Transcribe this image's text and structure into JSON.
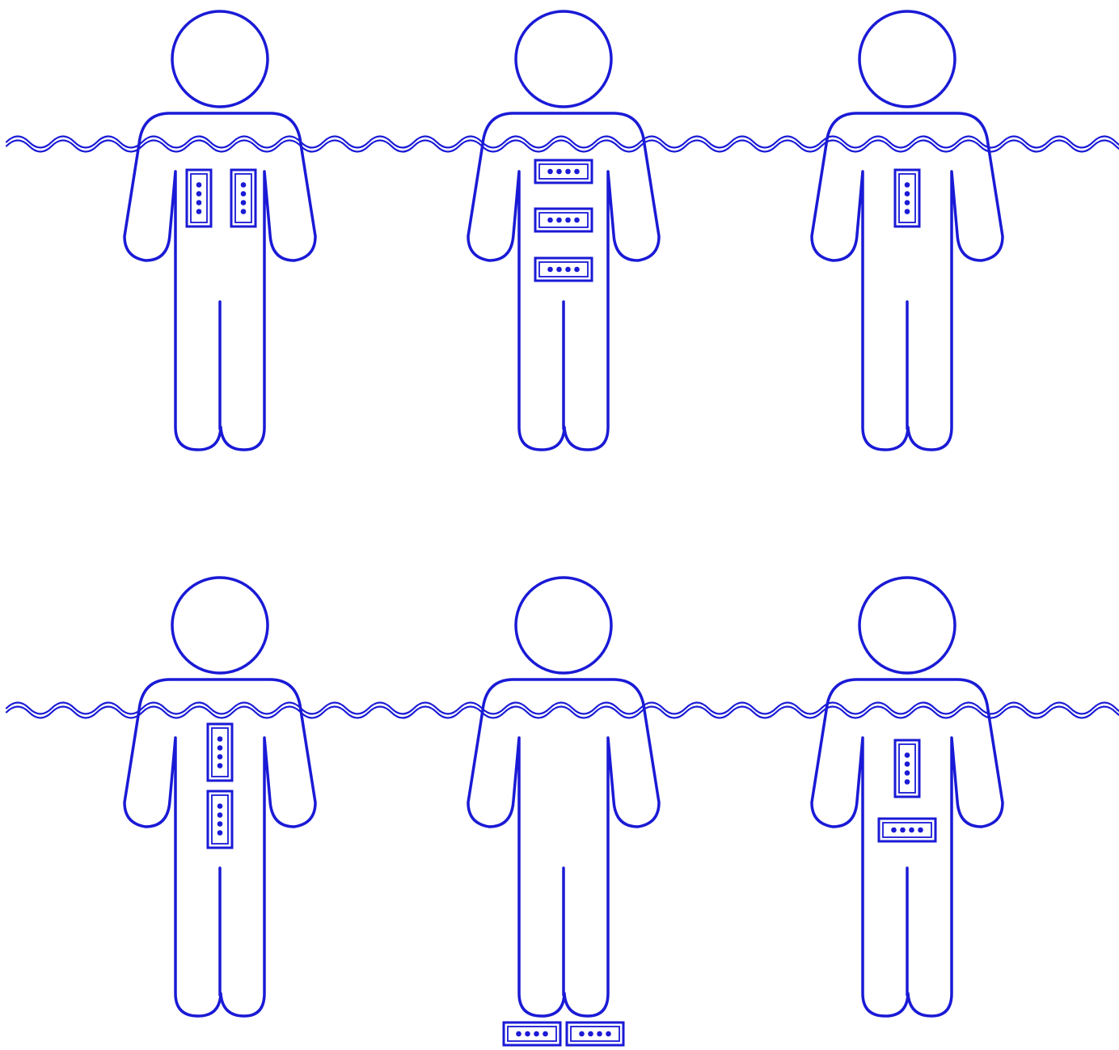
{
  "diagram": {
    "description_free": true,
    "stroke_color": "#1a1ad6",
    "fill_color": "#1a1ad6",
    "background": "#ffffff",
    "panels": [
      {
        "id": "panel-1",
        "sensor_layout": "two-vertical-side-by-side-chest",
        "sensor_count": 2
      },
      {
        "id": "panel-2",
        "sensor_layout": "three-horizontal-stacked-torso",
        "sensor_count": 3
      },
      {
        "id": "panel-3",
        "sensor_layout": "one-vertical-chest",
        "sensor_count": 1
      },
      {
        "id": "panel-4",
        "sensor_layout": "two-vertical-stacked-torso",
        "sensor_count": 2
      },
      {
        "id": "panel-5",
        "sensor_layout": "two-horizontal-at-feet",
        "sensor_count": 2
      },
      {
        "id": "panel-6",
        "sensor_layout": "one-vertical-chest-one-horizontal-waist",
        "sensor_count": 2
      }
    ],
    "dots_per_sensor": 4
  }
}
